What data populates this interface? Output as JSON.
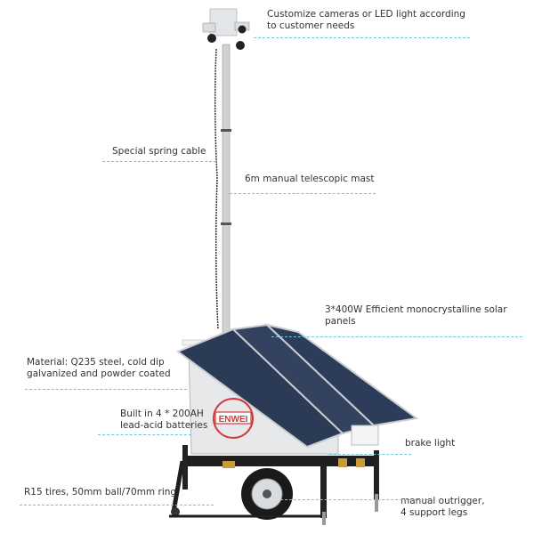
{
  "labels": {
    "cameras": "Customize cameras or LED light according\nto customer needs",
    "spring_cable": "Special spring cable",
    "mast": "6m manual telescopic mast",
    "solar": "3*400W Efficient monocrystalline solar\npanels",
    "material": "Material: Q235 steel, cold dip\ngalvanized and powder coated",
    "batteries": "Built in 4 * 200AH\nlead-acid batteries",
    "brake_light": "brake light",
    "tires": "R15 tires, 50mm ball/70mm ring",
    "outrigger": "manual outrigger,\n4 support legs"
  },
  "logo_text": "ENWEI",
  "colors": {
    "leader_line": "#6cc6dc",
    "panel": "#2b3a55",
    "body": "#e6e8ea",
    "logo": "#d23a3a"
  }
}
